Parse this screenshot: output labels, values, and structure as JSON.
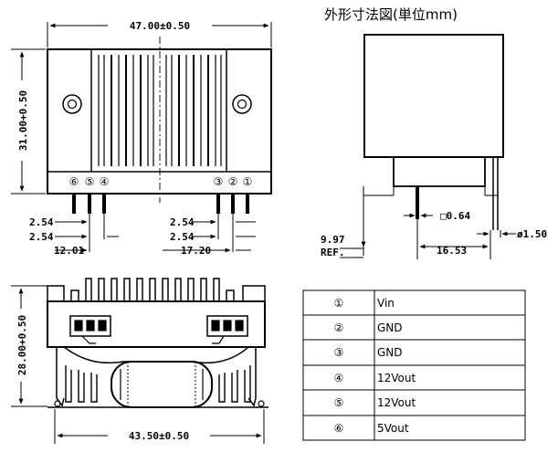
{
  "title": "外形寸法図(単位mm)",
  "front_view": {
    "width_dim": "47.00±0.50",
    "height_dim": "31.00+0.50",
    "pin_labels_left": [
      "⑥",
      "⑤",
      "④"
    ],
    "pin_labels_right": [
      "③",
      "②",
      "①"
    ],
    "pitch_left_1": "2.54",
    "pitch_left_2": "2.54",
    "left_span": "12.01",
    "pitch_right_1": "2.54",
    "pitch_right_2": "2.54",
    "right_span": "17.20"
  },
  "side_view": {
    "pin_square": "□0.64",
    "pin_round": "ø1.50",
    "ref_value": "9.97",
    "ref_label": "REF.",
    "pin_offset": "16.53"
  },
  "bottom_view": {
    "height_dim": "28.00+0.50",
    "width_dim": "43.50±0.50"
  },
  "pin_table": [
    {
      "pin": "①",
      "function": "Vin"
    },
    {
      "pin": "②",
      "function": "GND"
    },
    {
      "pin": "③",
      "function": "GND"
    },
    {
      "pin": "④",
      "function": "12Vout"
    },
    {
      "pin": "⑤",
      "function": "12Vout"
    },
    {
      "pin": "⑥",
      "function": "5Vout"
    }
  ]
}
